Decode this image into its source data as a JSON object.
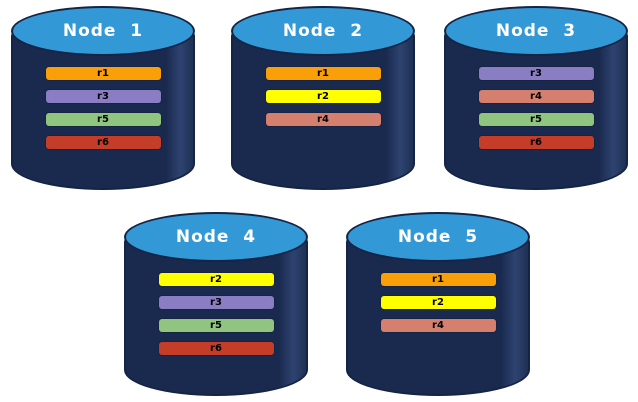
{
  "diagram": {
    "background": "#ffffff",
    "cylinder": {
      "body_color": "#1A2A4E",
      "top_color": "#3398D6",
      "outline_color": "#142445",
      "title_color": "#FFFFFF",
      "label_color": "#000000"
    }
  },
  "replica_colors": {
    "r1": "#F9A008",
    "r2": "#FFFF00",
    "r3": "#8A7DC4",
    "r4": "#D5806F",
    "r5": "#8FC57E",
    "r6": "#C43D28"
  },
  "nodes": [
    {
      "title": "Node  1",
      "replicas": [
        "r1",
        "r3",
        "r5",
        "r6"
      ]
    },
    {
      "title": "Node  2",
      "replicas": [
        "r1",
        "r2",
        "r4"
      ]
    },
    {
      "title": "Node  3",
      "replicas": [
        "r3",
        "r4",
        "r5",
        "r6"
      ]
    },
    {
      "title": "Node  4",
      "replicas": [
        "r2",
        "r3",
        "r5",
        "r6"
      ]
    },
    {
      "title": "Node  5",
      "replicas": [
        "r1",
        "r2",
        "r4"
      ]
    }
  ]
}
